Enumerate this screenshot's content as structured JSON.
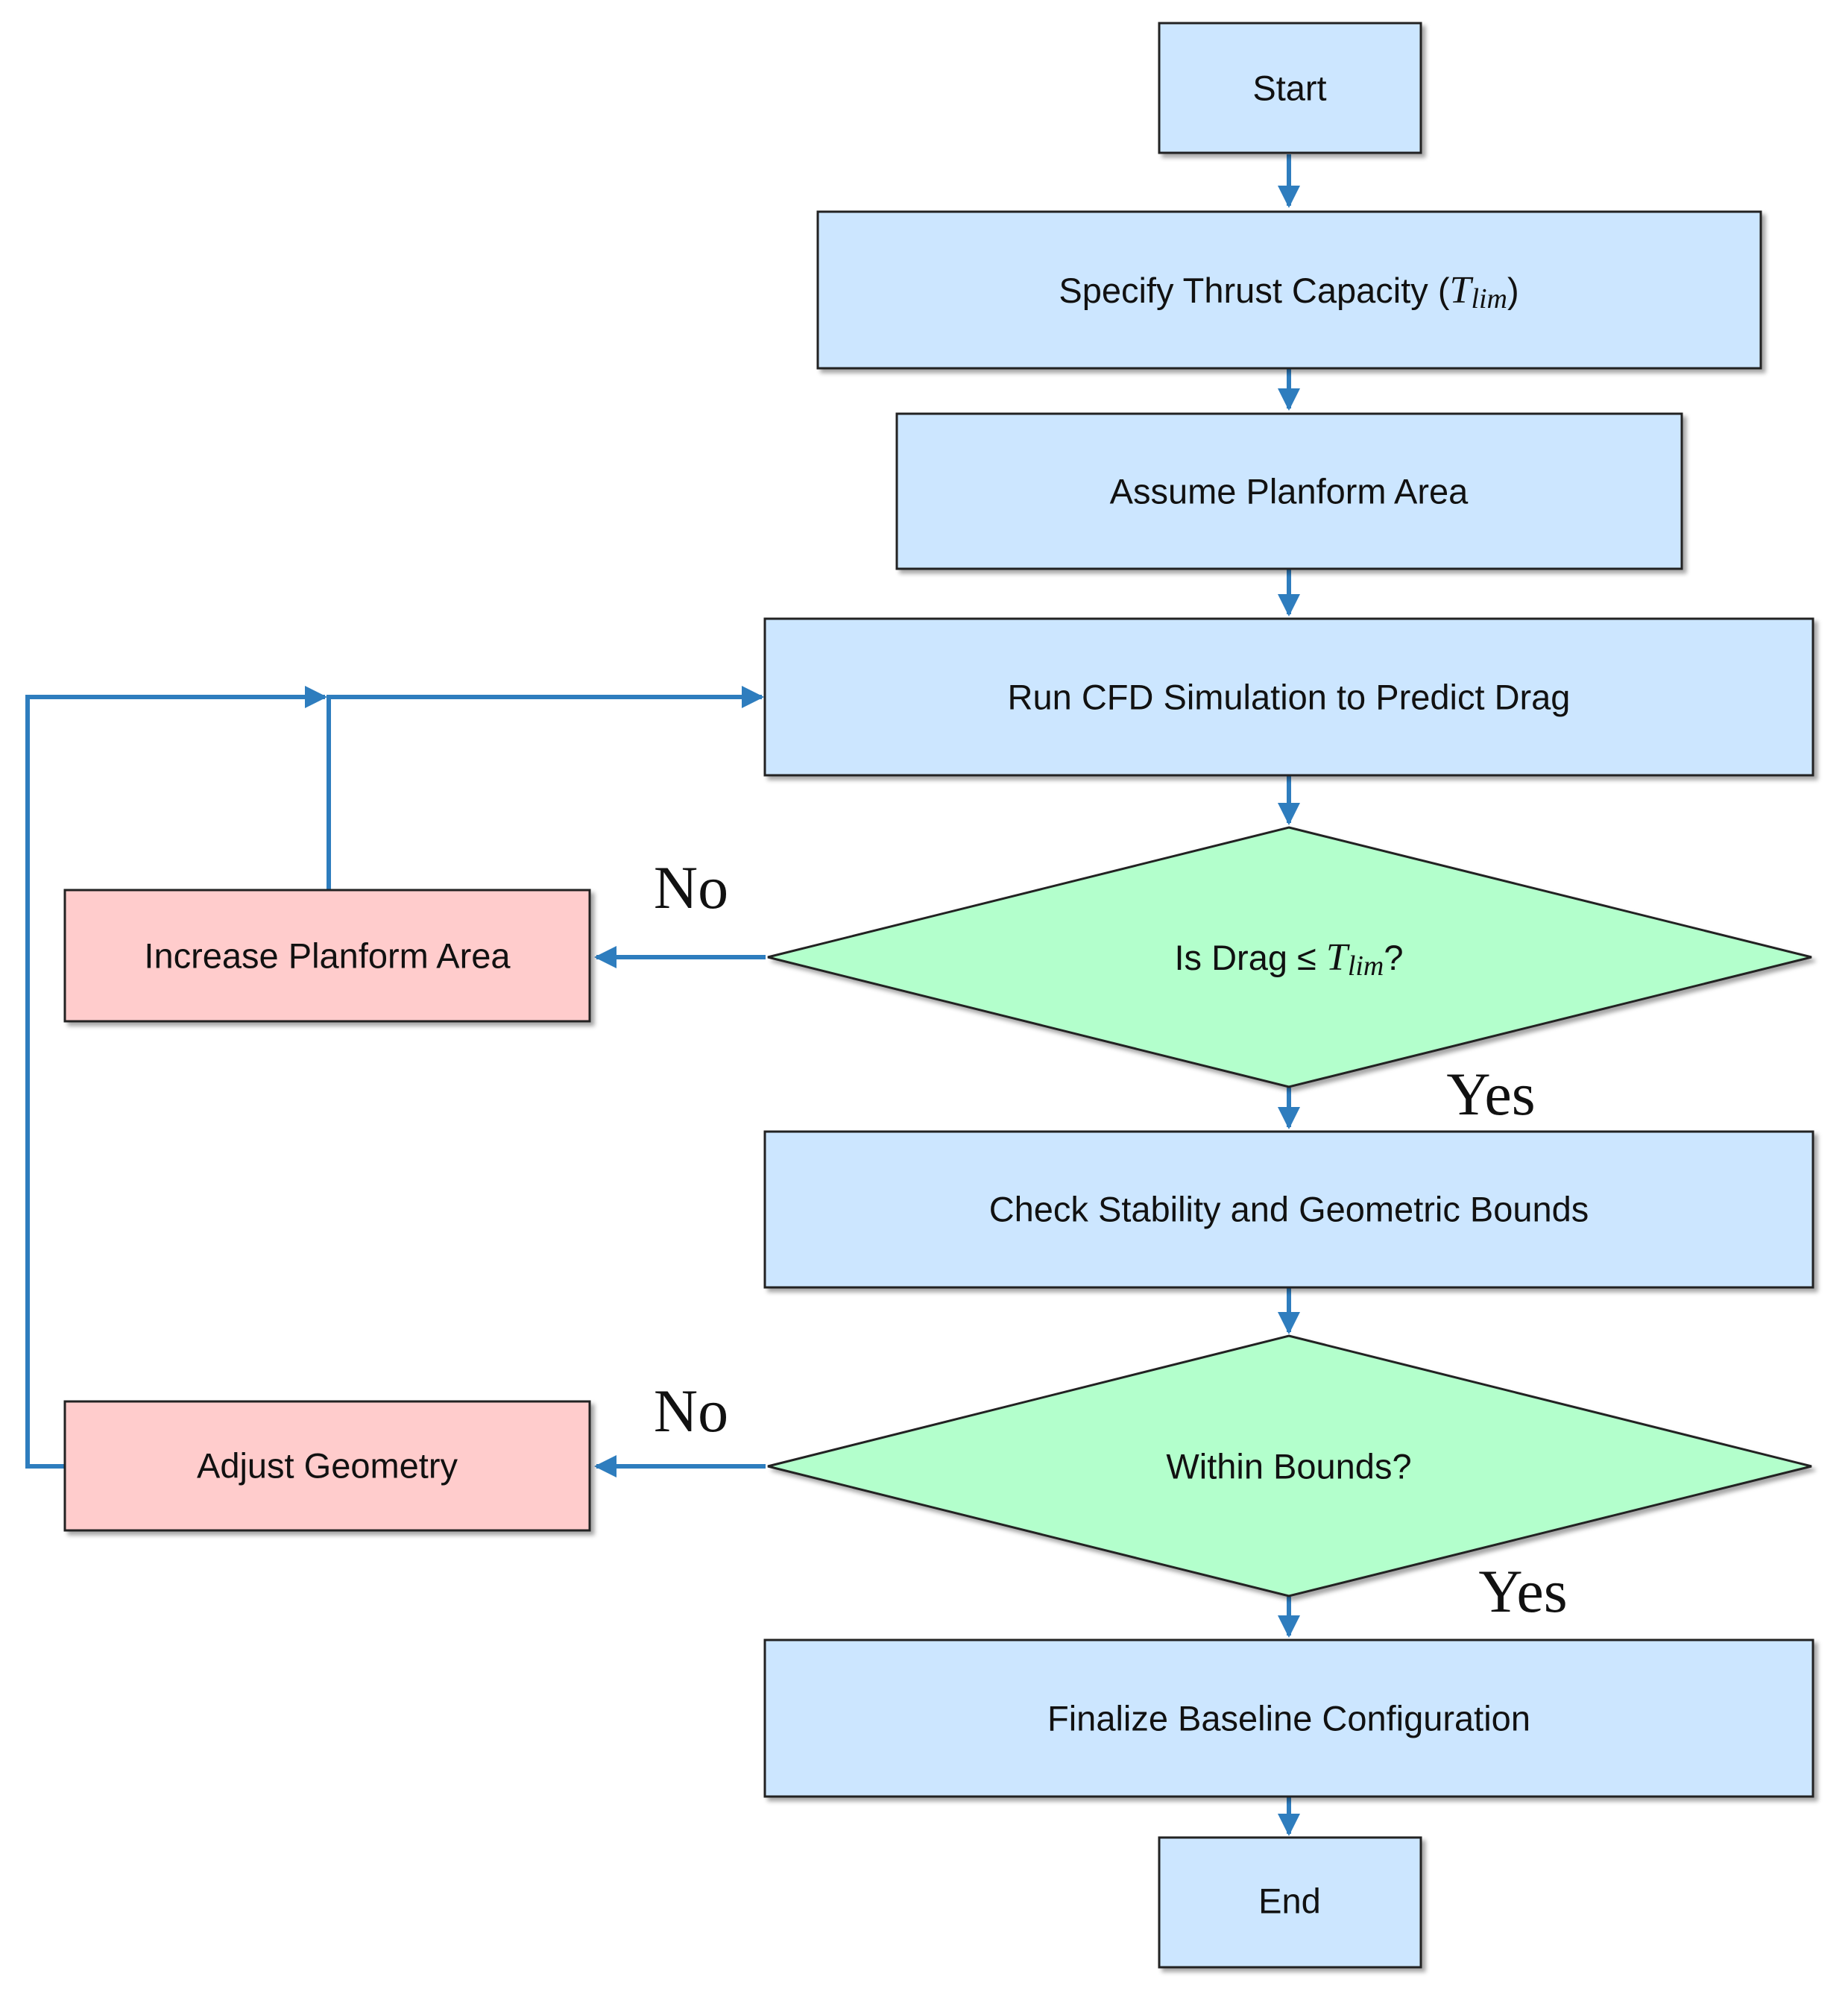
{
  "colors": {
    "process_fill": "#cce6ff",
    "decision_fill": "#b3ffcc",
    "correction_fill": "#ffcccc",
    "arrow": "#2e7dbe",
    "border": "#222222"
  },
  "nodes": {
    "start": "Start",
    "specify_thrust": {
      "prefix": "Specify Thrust Capacity (",
      "symbol": "T",
      "subscript": "lim",
      "suffix": ")"
    },
    "assume_planform": "Assume Planform Area",
    "run_cfd": "Run CFD Simulation to Predict Drag",
    "drag_check": {
      "prefix": "Is Drag ≤ ",
      "symbol": "T",
      "subscript": "lim",
      "suffix": "?"
    },
    "increase_planform": "Increase Planform Area",
    "check_stability": "Check Stability and Geometric Bounds",
    "within_bounds": "Within Bounds?",
    "adjust_geometry": "Adjust Geometry",
    "finalize": "Finalize Baseline Configuration",
    "end": "End"
  },
  "branch_labels": {
    "drag_no": "No",
    "drag_yes": "Yes",
    "bounds_no": "No",
    "bounds_yes": "Yes"
  }
}
